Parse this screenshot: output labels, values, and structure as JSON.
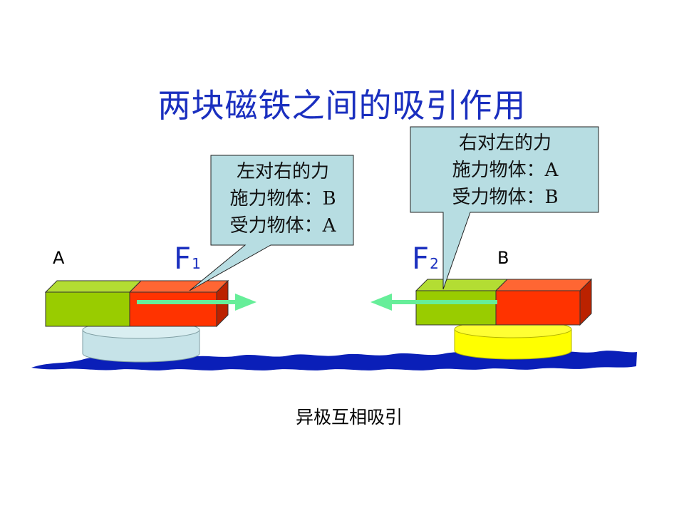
{
  "title": "两块磁铁之间的吸引作用",
  "callout_left": {
    "line1": "左对右的力",
    "line2": "施力物体：B",
    "line3": "受力物体：A"
  },
  "callout_right": {
    "line1": "右对左的力",
    "line2": "施力物体：A",
    "line3": "受力物体：B"
  },
  "magnet_a_label": "A",
  "magnet_b_label": "B",
  "force_1": {
    "symbol": "F",
    "subscript": "1"
  },
  "force_2": {
    "symbol": "F",
    "subscript": "2"
  },
  "caption": "异极互相吸引",
  "colors": {
    "title": "#1a2fbf",
    "green_pole": "#99cc00",
    "red_pole": "#ff3300",
    "callout_fill": "#b7dde2",
    "arrow": "#66ee99",
    "water": "#0a1fb8",
    "float_a": "#c6e3e8",
    "float_b": "#ffff00"
  }
}
